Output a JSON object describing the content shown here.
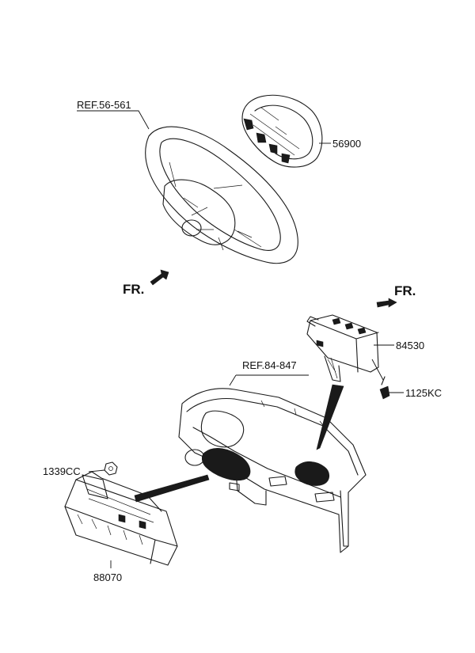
{
  "labels": {
    "ref_wheel": "REF.56-561",
    "part_56900": "56900",
    "fr_left": "FR.",
    "fr_right": "FR.",
    "part_84530": "84530",
    "ref_dash": "REF.84-847",
    "part_1125kc": "1125KC",
    "part_1339cc": "1339CC",
    "part_88070": "88070"
  },
  "icons": {
    "steering_wheel": "steering-wheel-icon",
    "driver_airbag": "driver-airbag-module-icon",
    "passenger_airbag": "passenger-airbag-module-icon",
    "dashboard": "crash-pad-dashboard-icon",
    "knee_airbag": "knee-airbag-module-icon",
    "bolt": "bolt-icon",
    "nut": "nut-icon",
    "arrow": "front-direction-arrow-icon"
  },
  "colors": {
    "line": "#1a1a1a",
    "background": "#ffffff"
  }
}
